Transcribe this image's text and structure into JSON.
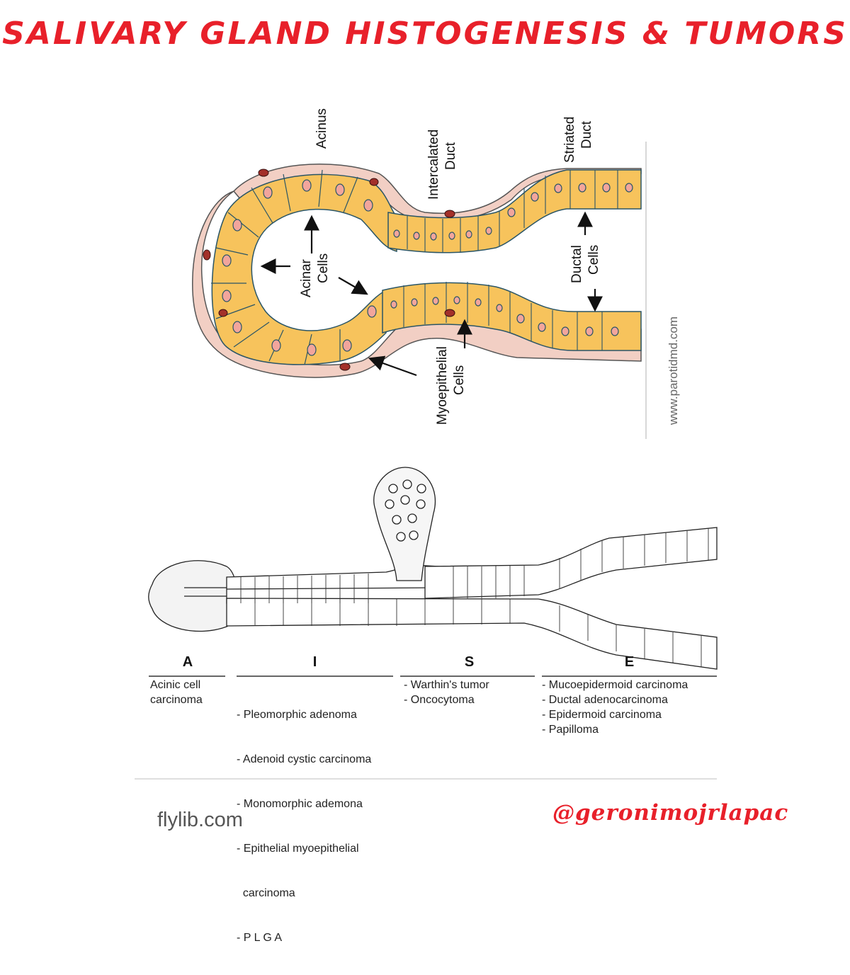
{
  "title": "SALIVARY GLAND HISTOGENESIS & TUMORS",
  "top_diagram": {
    "labels": {
      "acinus": "Acinus",
      "intercalated_line1": "Intercalated",
      "intercalated_line2": "Duct",
      "striated_line1": "Striated",
      "striated_line2": "Duct",
      "acinar_line1": "Acinar",
      "acinar_line2": "Cells",
      "ductal_line1": "Ductal",
      "ductal_line2": "Cells",
      "myo_line1": "Myoepithelial",
      "myo_line2": "Cells"
    },
    "watermark": "www.parotidmd.com",
    "colors": {
      "cell_fill": "#f7c35c",
      "sheath_fill": "#f2cfc4",
      "nucleus_fill": "#f2a59c",
      "myo_nucleus": "#a3302a"
    }
  },
  "bottom_diagram": {
    "columns": [
      {
        "header": "A",
        "items": [
          "Acinic cell",
          "carcinoma"
        ]
      },
      {
        "header": "I",
        "items": [
          "- Pleomorphic adenoma",
          "- Adenoid cystic carcinoma",
          "- Monomorphic ademona",
          "- Epithelial myoepithelial",
          "  carcinoma",
          "- P L G A"
        ]
      },
      {
        "header": "S",
        "items": [
          "- Warthin's tumor",
          "- Oncocytoma"
        ]
      },
      {
        "header": "E",
        "items": [
          "- Mucoepidermoid carcinoma",
          "- Ductal adenocarcinoma",
          "- Epidermoid carcinoma",
          "- Papilloma"
        ]
      }
    ]
  },
  "source": "flylib.com",
  "handle": "@geronimojrlapac"
}
